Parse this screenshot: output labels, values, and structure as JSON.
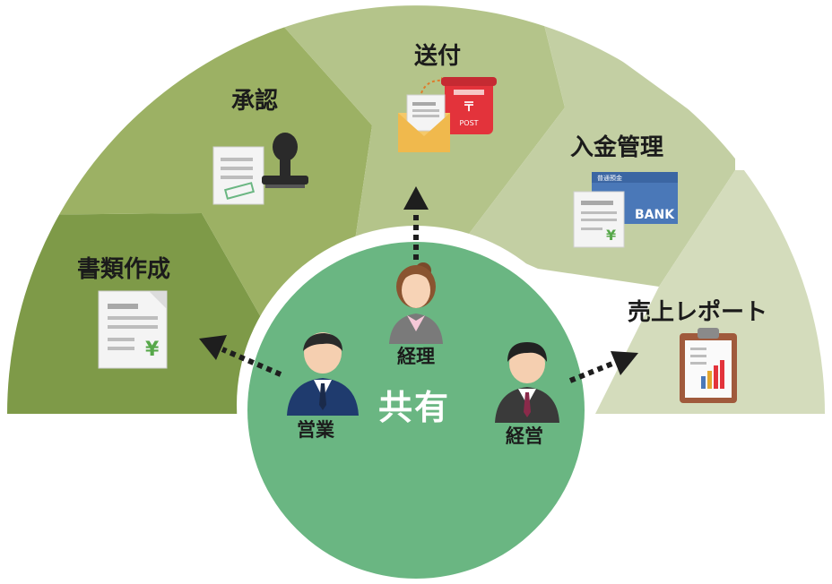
{
  "segments": [
    {
      "label": "書類作成",
      "color": "#7e9a48"
    },
    {
      "label": "承認",
      "color": "#9cb164"
    },
    {
      "label": "送付",
      "color": "#b4c48a"
    },
    {
      "label": "入金管理",
      "color": "#c3cfa3"
    },
    {
      "label": "売上レポート",
      "color": "#d4dcbc"
    }
  ],
  "center": {
    "label": "共有",
    "color": "#6ab682"
  },
  "roles": [
    {
      "label": "営業"
    },
    {
      "label": "経理"
    },
    {
      "label": "経営"
    }
  ],
  "icons": {
    "stamp": "mark-received",
    "yen": "¥",
    "post": "POST",
    "bank": "BANK",
    "passbook": "普通預金"
  }
}
